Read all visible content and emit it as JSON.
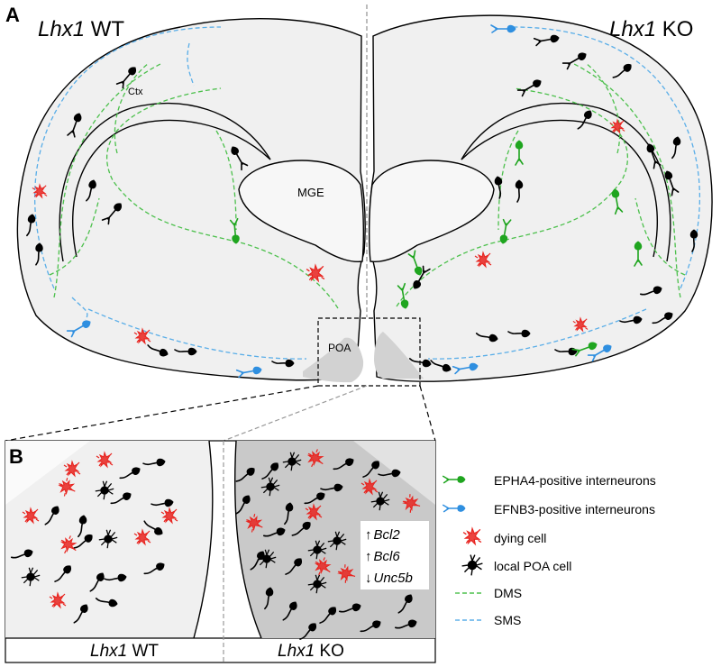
{
  "panel_a": {
    "letter": "A",
    "wt_gene": "Lhx1",
    "wt_suffix": " WT",
    "ko_gene": "Lhx1",
    "ko_suffix": " KO",
    "label_ctx": "Ctx",
    "label_mge": "MGE",
    "label_poa": "POA"
  },
  "panel_b": {
    "letter": "B",
    "wt_gene": "Lhx1",
    "wt_suffix": " WT",
    "ko_gene": "Lhx1",
    "ko_suffix": " KO",
    "genes": [
      {
        "arrow": "↑",
        "name": "Bcl2"
      },
      {
        "arrow": "↑",
        "name": "Bcl6"
      },
      {
        "arrow": "↓",
        "name": "Unc5b"
      }
    ]
  },
  "legend": {
    "items": [
      {
        "label": "EPHA4-positive interneurons",
        "color": "#1fa51f",
        "icon": "neuron-icon"
      },
      {
        "label": "EFNB3-positive interneurons",
        "color": "#2f8fe0",
        "icon": "neuron-icon"
      },
      {
        "label": "dying cell",
        "color": "#e8231e",
        "icon": "dying-cell-icon"
      },
      {
        "label": "local POA cell",
        "color": "#000000",
        "icon": "star-cell-icon"
      },
      {
        "label": "DMS",
        "color": "#4cc04c",
        "icon": "dashed-line-icon"
      },
      {
        "label": "SMS",
        "color": "#5aaee8",
        "icon": "dashed-line-icon"
      }
    ]
  },
  "colors": {
    "green": "#1fa51f",
    "blue": "#2f8fe0",
    "red": "#e8231e",
    "dms": "#4cc04c",
    "sms": "#5aaee8",
    "tissue": "#f0f0f0",
    "poa_shade": "#c8c8c8"
  }
}
